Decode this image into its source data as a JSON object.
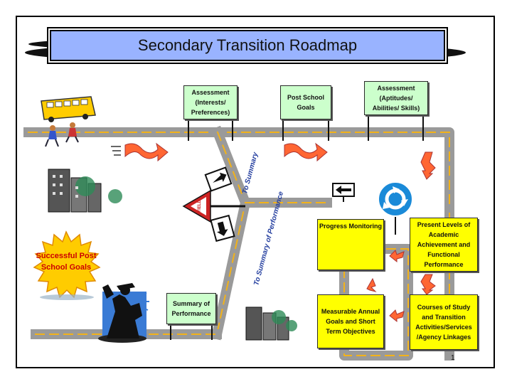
{
  "title": "Secondary Transition Roadmap",
  "page_number": "1",
  "goal_sun": {
    "text": "Successful Post School Goals"
  },
  "road_labels": {
    "to_summary_upper": "To Summary",
    "to_summary_lower": "To Summary of Performance"
  },
  "signs": {
    "assessment_interests": "Assessment (Interests/ Preferences)",
    "post_school_goals": "Post School Goals",
    "assessment_aptitudes": "Assessment (Aptitudes/ Abilities/ Skills)",
    "progress_monitoring": "Progress Monitoring",
    "present_levels": "Present Levels of Academic Achievement and Functional Performance",
    "measurable_goals": "Measurable Annual Goals and Short Term Objectives",
    "courses_of_study": "Courses of Study and Transition Activities/Services /Agency Linkages",
    "summary_of_performance": "Summary of Performance"
  },
  "yield_sign_text": "YIELD",
  "colors": {
    "title_bg": "#99b3ff",
    "green_sign": "#ccffcc",
    "yellow_sign": "#ffff00",
    "road": "#9a9a9a",
    "road_line": "#f2b21a",
    "arrow": "#ff6633",
    "sun": "#ffcc00",
    "sun_text": "#cc0000"
  }
}
